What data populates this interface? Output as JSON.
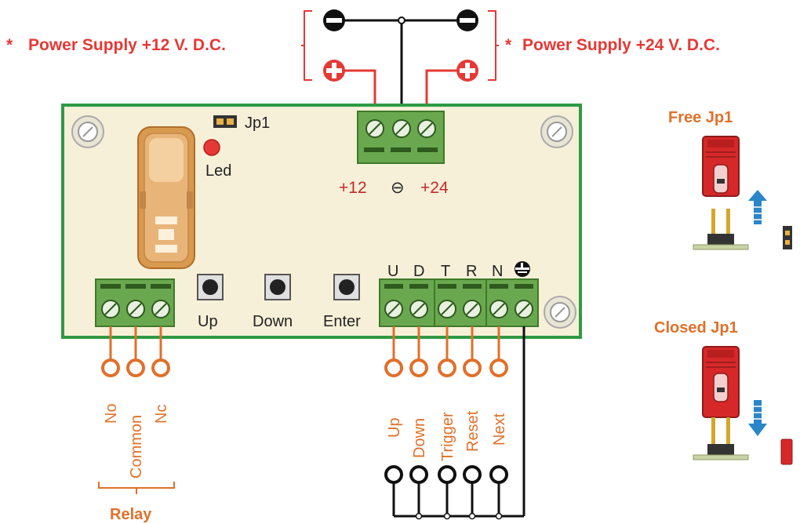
{
  "power": {
    "supply12": "Power Supply +12 V. D.C.",
    "supply24": "Power Supply +24 V. D.C.",
    "asterisk": "*"
  },
  "board": {
    "jumper_label": "Jp1",
    "led_label": "Led",
    "terminal_plus12": "+12",
    "terminal_minus": "⊖",
    "terminal_plus24": "+24",
    "buttons": [
      "Up",
      "Down",
      "Enter"
    ],
    "input_letters": [
      "U",
      "D",
      "T",
      "R",
      "N"
    ]
  },
  "relay": {
    "outputs": [
      "No",
      "Common",
      "Nc"
    ],
    "group_label": "Relay"
  },
  "inputs": {
    "labels": [
      "Up",
      "Down",
      "Trigger",
      "Reset",
      "Next"
    ]
  },
  "jumper_states": {
    "free": "Free Jp1",
    "closed": "Closed Jp1"
  },
  "colors": {
    "board_fill": "#f7f0d8",
    "board_border": "#2e9a44",
    "terminal_green": "#6aa84f",
    "wire_red": "#e53935",
    "wire_orange": "#e0702a",
    "jumper_red": "#d62828",
    "arrow_blue": "#2a86c8"
  }
}
